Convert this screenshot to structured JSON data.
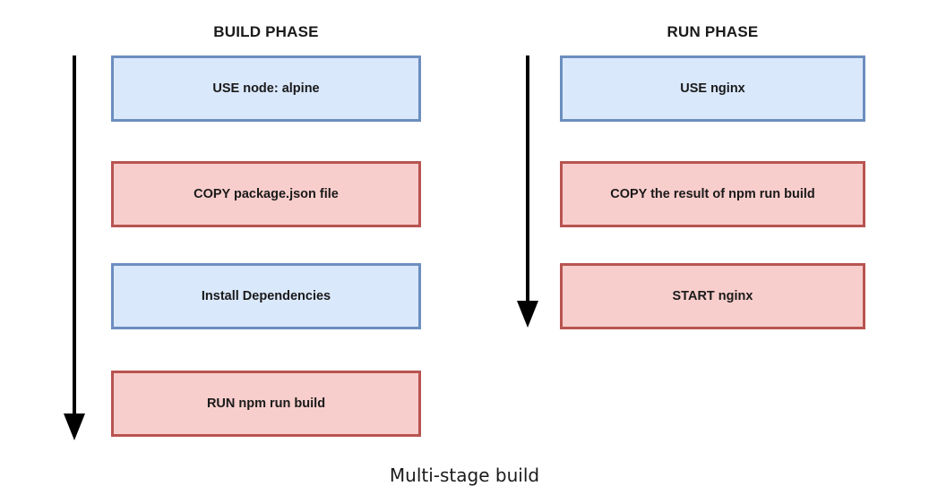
{
  "diagram": {
    "caption": "Multi-stage build",
    "colors": {
      "blue_fill": "#dae8fc",
      "blue_border": "#6c8ebf",
      "red_fill": "#f8cecc",
      "red_border": "#b85450",
      "arrow": "#000000",
      "text": "#1a1a1a",
      "background": "#ffffff"
    },
    "columns": [
      {
        "title": "BUILD PHASE",
        "arrow": {
          "name": "build-phase-flow-arrow",
          "direction": "down"
        },
        "steps": [
          {
            "label": "USE node: alpine",
            "style": "blue"
          },
          {
            "label": "COPY package.json file",
            "style": "red"
          },
          {
            "label": "Install Dependencies",
            "style": "blue"
          },
          {
            "label": "RUN npm run build",
            "style": "red"
          }
        ]
      },
      {
        "title": "RUN PHASE",
        "arrow": {
          "name": "run-phase-flow-arrow",
          "direction": "down"
        },
        "steps": [
          {
            "label": "USE nginx",
            "style": "blue"
          },
          {
            "label": "COPY the result of npm run build",
            "style": "red"
          },
          {
            "label": "START nginx",
            "style": "red"
          }
        ]
      }
    ]
  }
}
